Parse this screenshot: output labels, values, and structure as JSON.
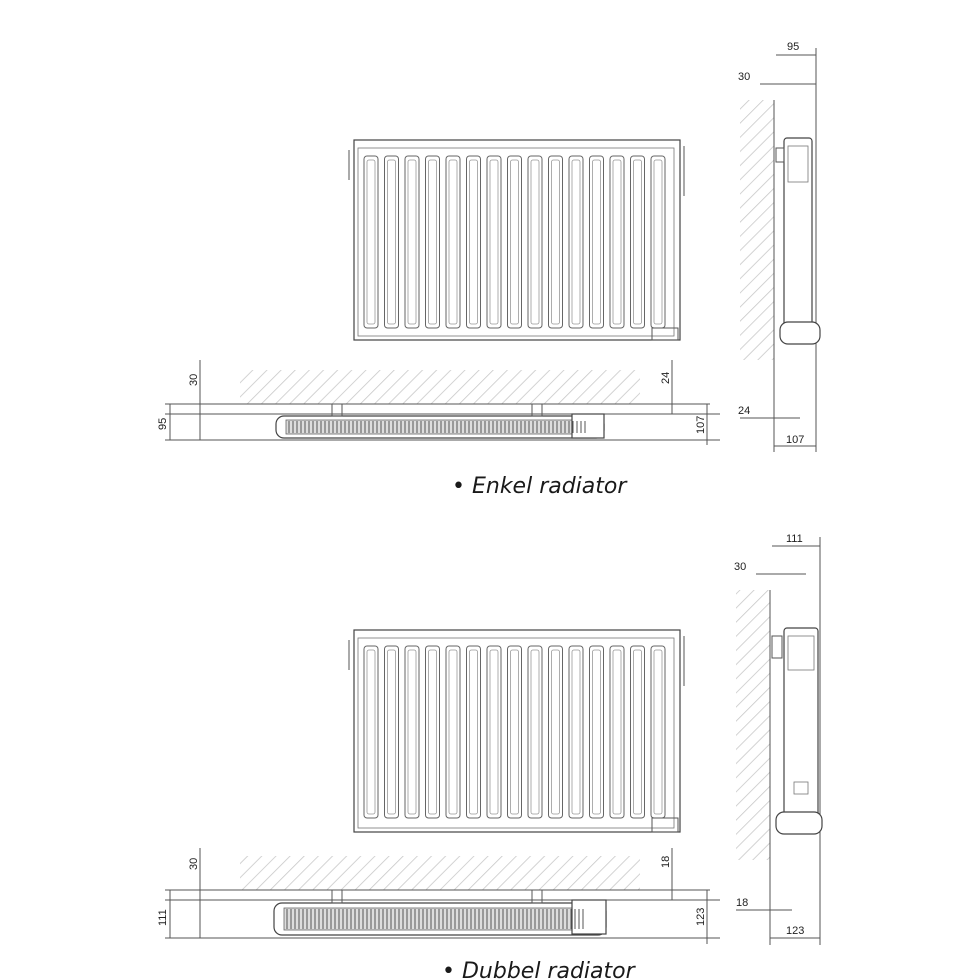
{
  "captions": {
    "single": "• Enkel radiator",
    "double": "• Dubbel radiator"
  },
  "single": {
    "top_wall_offset": "30",
    "top_depth": "95",
    "top_side_offset": "24",
    "top_total": "107",
    "side_total_top": "95",
    "side_wall_offset": "30",
    "side_bottom_offset": "24",
    "side_bottom_total": "107"
  },
  "double": {
    "top_wall_offset": "30",
    "top_depth": "111",
    "top_side_offset": "18",
    "top_total": "123",
    "side_total_top": "111",
    "side_wall_offset": "30",
    "side_bottom_offset": "18",
    "side_bottom_total": "123"
  },
  "colors": {
    "line": "#555555",
    "hatch": "#c8c8c8"
  }
}
